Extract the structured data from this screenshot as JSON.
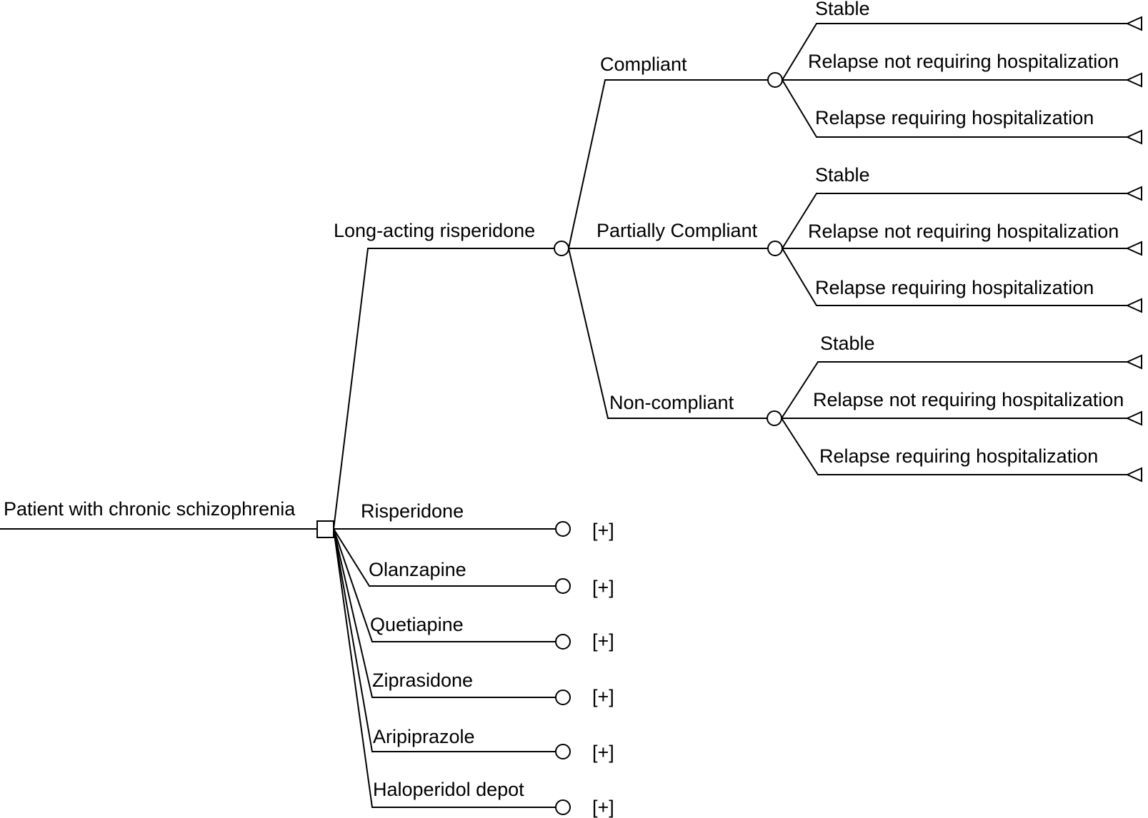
{
  "root": {
    "label": "Patient with chronic schizophrenia"
  },
  "main_branch": {
    "label": "Long-acting risperidone",
    "compliance": [
      {
        "label": "Compliant",
        "outcomes": [
          "Stable",
          "Relapse not requiring hospitalization",
          "Relapse  requiring hospitalization"
        ]
      },
      {
        "label": "Partially Compliant",
        "outcomes": [
          "Stable",
          "Relapse not requiring hospitalization",
          "Relapse  requiring hospitalization"
        ]
      },
      {
        "label": "Non-compliant",
        "outcomes": [
          "Stable",
          "Relapse not requiring hospitalization",
          "Relapse  requiring hospitalization"
        ]
      }
    ]
  },
  "collapsed_branches": [
    {
      "label": "Risperidone",
      "expand": "[+]"
    },
    {
      "label": "Olanzapine",
      "expand": "[+]"
    },
    {
      "label": "Quetiapine",
      "expand": "[+]"
    },
    {
      "label": "Ziprasidone",
      "expand": "[+]"
    },
    {
      "label": "Aripiprazole",
      "expand": "[+]"
    },
    {
      "label": "Haloperidol depot",
      "expand": "[+]"
    }
  ]
}
